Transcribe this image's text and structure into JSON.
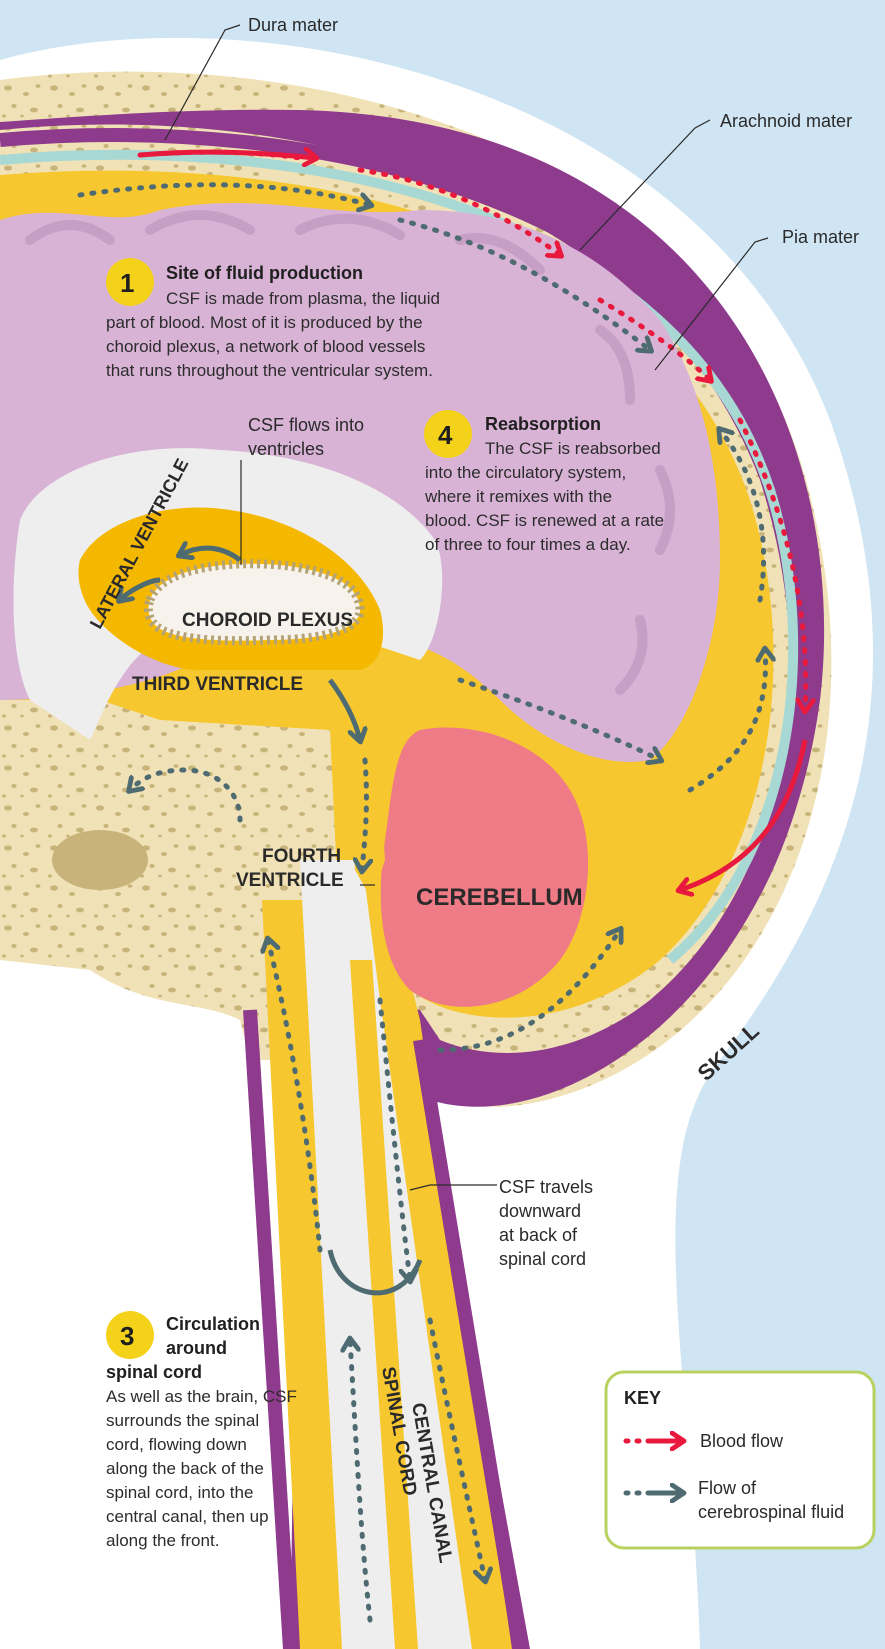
{
  "labels": {
    "dura": "Dura mater",
    "arachnoid": "Arachnoid mater",
    "pia": "Pia mater",
    "csf_flows_1": "CSF flows into",
    "csf_flows_2": "ventricles",
    "lateral_ventricle": "LATERAL VENTRICLE",
    "choroid_plexus": "CHOROID PLEXUS",
    "third_ventricle": "THIRD VENTRICLE",
    "fourth_ventricle_1": "FOURTH",
    "fourth_ventricle_2": "VENTRICLE",
    "cerebellum": "CEREBELLUM",
    "skull": "SKULL",
    "spinal_cord": "SPINAL CORD",
    "central_canal": "CENTRAL CANAL",
    "csf_travels_1": "CSF travels",
    "csf_travels_2": "downward",
    "csf_travels_3": "at back of",
    "csf_travels_4": "spinal cord"
  },
  "steps": {
    "s1": {
      "number": "1",
      "heading": "Site of fluid production",
      "line1": "CSF is made from plasma, the liquid",
      "line2": "part of blood. Most of it is produced by the",
      "line3": "choroid plexus, a network of blood vessels",
      "line4": "that runs throughout the ventricular system."
    },
    "s4": {
      "number": "4",
      "heading": "Reabsorption",
      "line1": "The CSF is reabsorbed",
      "line2": "into the circulatory system,",
      "line3": "where it remixes with the",
      "line4": "blood. CSF is renewed at a rate",
      "line5": "of three to four times a day."
    },
    "s3": {
      "number": "3",
      "heading1": "Circulation",
      "heading2": "around",
      "heading3": "spinal cord",
      "line1": "As well as the brain, CSF",
      "line2": "surrounds the spinal",
      "line3": "cord, flowing down",
      "line4": "along the back of the",
      "line5": "spinal cord, into the",
      "line6": "central canal, then up",
      "line7": "along the front."
    }
  },
  "key": {
    "title": "KEY",
    "blood": "Blood flow",
    "csf_1": "Flow of",
    "csf_2": "cerebrospinal fluid"
  },
  "colors": {
    "blood_flow": "#e8193c",
    "csf_flow": "#4f6b72",
    "csf_space": "#f7c72f",
    "brain": "#d8b3d6",
    "cerebellum": "#ef7b86",
    "dura": "#8e3a8d",
    "subarachnoid": "#a8d8d4",
    "skull": "#f0e2b6",
    "number_badge": "#f5d21a"
  }
}
